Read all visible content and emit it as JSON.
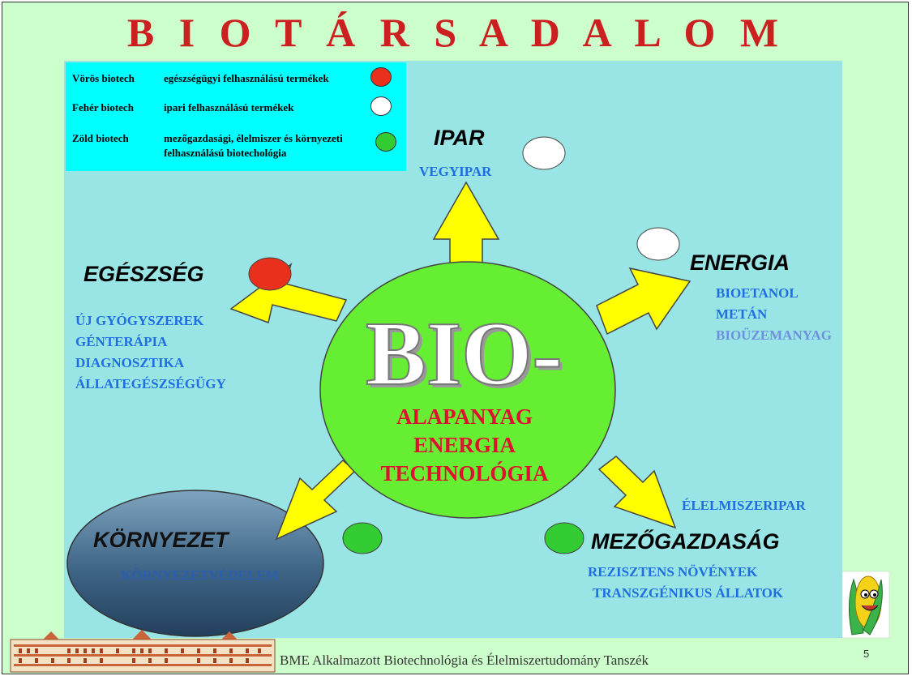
{
  "title": "B I O T Á R S A D A L O M",
  "legend": [
    {
      "name": "Vörös biotech",
      "desc": "egészségügyi felhasználású termékek",
      "color": "#e8301c"
    },
    {
      "name": "Fehér biotech",
      "desc": "ipari felhasználású termékek",
      "color": "#ffffff"
    },
    {
      "name": "Zöld biotech",
      "desc": "mezőgazdasági, élelmiszer és környezeti",
      "desc2": "felhasználású biotechológia",
      "color": "#33cc33"
    }
  ],
  "center": {
    "bio": "BIO-",
    "lines": [
      "ALAPANYAG",
      "ENERGIA",
      "TECHNOLÓGIA"
    ],
    "color": "#66ee33"
  },
  "sectors": {
    "ipar": {
      "title": "IPAR",
      "items": [
        "VEGYIPAR"
      ]
    },
    "energia": {
      "title": "ENERGIA",
      "items": [
        "BIOETANOL",
        "METÁN",
        "BIOÜZEMANYAG"
      ]
    },
    "egeszseg": {
      "title": "EGÉSZSÉG",
      "items": [
        "ÚJ GYÓGYSZEREK",
        "GÉNTERÁPIA",
        "DIAGNOSZTIKA",
        "ÁLLATEGÉSZSÉGÜGY"
      ]
    },
    "kornyezet": {
      "title": "KÖRNYEZET",
      "items": [
        "KÖRNYEZETVÉDELEM"
      ]
    },
    "mezogazdasag": {
      "title": "MEZŐGAZDASÁG",
      "items": [
        "ÉLELMISZERIPAR",
        "REZISZTENS NÖVÉNYEK",
        "TRANSZGÉNIKUS ÁLLATOK"
      ]
    }
  },
  "footer": {
    "text": "BME Alkalmazott Biotechnológia és Élelmiszertudomány Tanszék",
    "page": "5"
  },
  "colors": {
    "arrow": "#ffff00",
    "title": "#cc1f1f",
    "blue_text": "#1f6fe0",
    "center_text": "#e01030"
  }
}
